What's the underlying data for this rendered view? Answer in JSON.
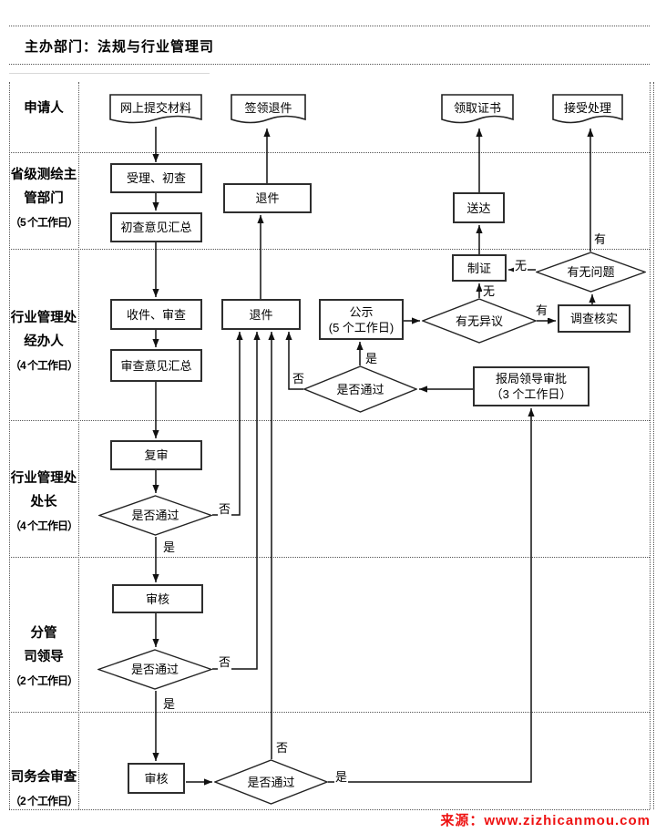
{
  "header": {
    "title": "主办部门：法规与行业管理司"
  },
  "lanes": [
    {
      "id": "applicant",
      "lines": [
        "申请人"
      ]
    },
    {
      "id": "provincial",
      "lines": [
        "省级测绘主",
        "管部门",
        "（5 个工作日）"
      ]
    },
    {
      "id": "division-handler",
      "lines": [
        "行业管理处",
        "经办人",
        "（4 个工作日）"
      ]
    },
    {
      "id": "division-chief",
      "lines": [
        "行业管理处",
        "处长",
        "（4 个工作日）"
      ]
    },
    {
      "id": "dept-leader",
      "lines": [
        "分管",
        "司领导",
        "（2 个工作日）"
      ]
    },
    {
      "id": "dept-meeting",
      "lines": [
        "司务会审查",
        "（2 个工作日）"
      ]
    }
  ],
  "nodes": {
    "submit_online": "网上提交材料",
    "sign_return": "签领退件",
    "get_certificate": "领取证书",
    "accept_handling": "接受处理",
    "accept_initial_check": "受理、初查",
    "initial_opinion_summary": "初查意见汇总",
    "return_provincial": "退件",
    "deliver": "送达",
    "receive_review": "收件、审查",
    "review_opinion_summary": "审查意见汇总",
    "return_division": "退件",
    "public_notice": {
      "line1": "公示",
      "line2": "(5 个工作日)"
    },
    "any_objection": "有无异议",
    "investigate_verify": "调查核实",
    "make_certificate": "制证",
    "any_problem": "有无问题",
    "pass_handler": "是否通过",
    "report_bureau": {
      "line1": "报局领导审批",
      "line2": "（3 个工作日）"
    },
    "recheck": "复审",
    "pass_chief": "是否通过",
    "audit_leader": "审核",
    "pass_leader": "是否通过",
    "audit_meeting": "审核",
    "pass_meeting": "是否通过"
  },
  "edge_labels": {
    "yes": "是",
    "no": "否",
    "has": "有",
    "none": "无"
  },
  "footer": {
    "label": "来源：",
    "url": "www.zizhicanmou.com",
    "color": "#ee1111"
  }
}
